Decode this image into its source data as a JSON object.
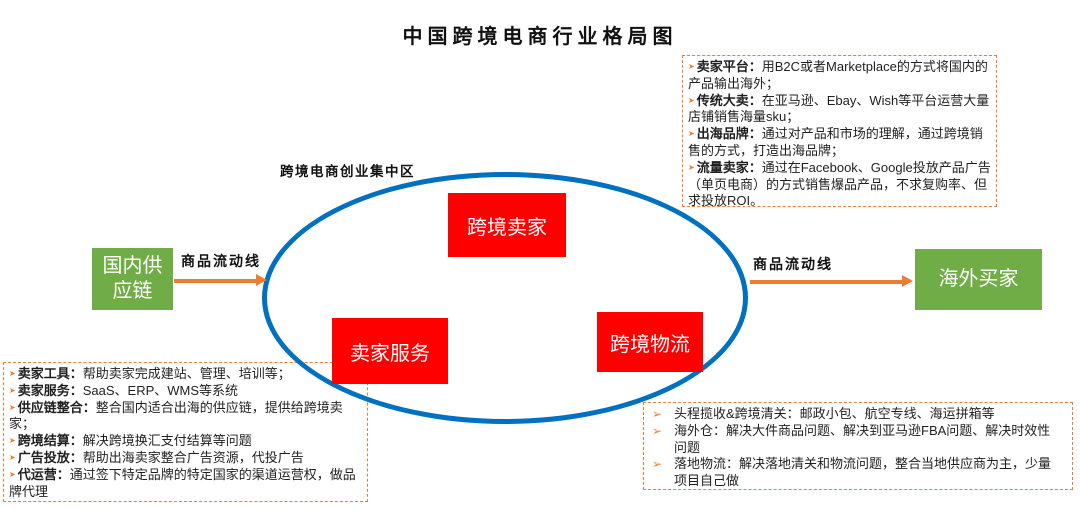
{
  "title": "中国跨境电商行业格局图",
  "colors": {
    "node_red": "#FF0000",
    "node_green": "#70AD47",
    "accent_orange": "#ED7D31",
    "ellipse_blue": "#0070C0"
  },
  "icons": {
    "bullet_small": "➤",
    "bullet_large": "➢"
  },
  "diagram": {
    "cluster_label": "跨境电商创业集中区",
    "nodes": {
      "cross_border_seller": "跨境卖家",
      "seller_service": "卖家服务",
      "cross_border_logistics": "跨境物流",
      "domestic_supply_chain": "国内供应链",
      "overseas_buyer": "海外买家"
    },
    "flow_left_label": "商品流动线",
    "flow_right_label": "商品流动线"
  },
  "seller_types_box": {
    "items": [
      {
        "term": "卖家平台：",
        "desc": "用B2C或者Marketplace的方式将国内的产品输出海外；"
      },
      {
        "term": "传统大卖：",
        "desc": "在亚马逊、Ebay、Wish等平台运营大量店铺销售海量sku；"
      },
      {
        "term": "出海品牌：",
        "desc": "通过对产品和市场的理解，通过跨境销售的方式，打造出海品牌；"
      },
      {
        "term": "流量卖家：",
        "desc": "通过在Facebook、Google投放产品广告（单页电商）的方式销售爆品产品，不求复购率、但求投放ROI。"
      }
    ]
  },
  "seller_services_box": {
    "items": [
      {
        "term": "卖家工具：",
        "desc": "帮助卖家完成建站、管理、培训等；"
      },
      {
        "term": "卖家服务：",
        "desc": "SaaS、ERP、WMS等系统"
      },
      {
        "term": "供应链整合：",
        "desc": "整合国内适合出海的供应链，提供给跨境卖家；"
      },
      {
        "term": "跨境结算：",
        "desc": "解决跨境换汇支付结算等问题"
      },
      {
        "term": "广告投放：",
        "desc": "帮助出海卖家整合广告资源，代投广告"
      },
      {
        "term": "代运营：",
        "desc": "通过签下特定品牌的特定国家的渠道运营权，做品牌代理"
      }
    ]
  },
  "logistics_box": {
    "items": [
      {
        "text": "头程揽收&跨境清关：邮政小包、航空专线、海运拼箱等"
      },
      {
        "text": "海外仓：解决大件商品问题、解决到亚马逊FBA问题、解决时效性问题"
      },
      {
        "text": "落地物流：解决落地清关和物流问题，整合当地供应商为主，少量项目自己做"
      }
    ]
  }
}
